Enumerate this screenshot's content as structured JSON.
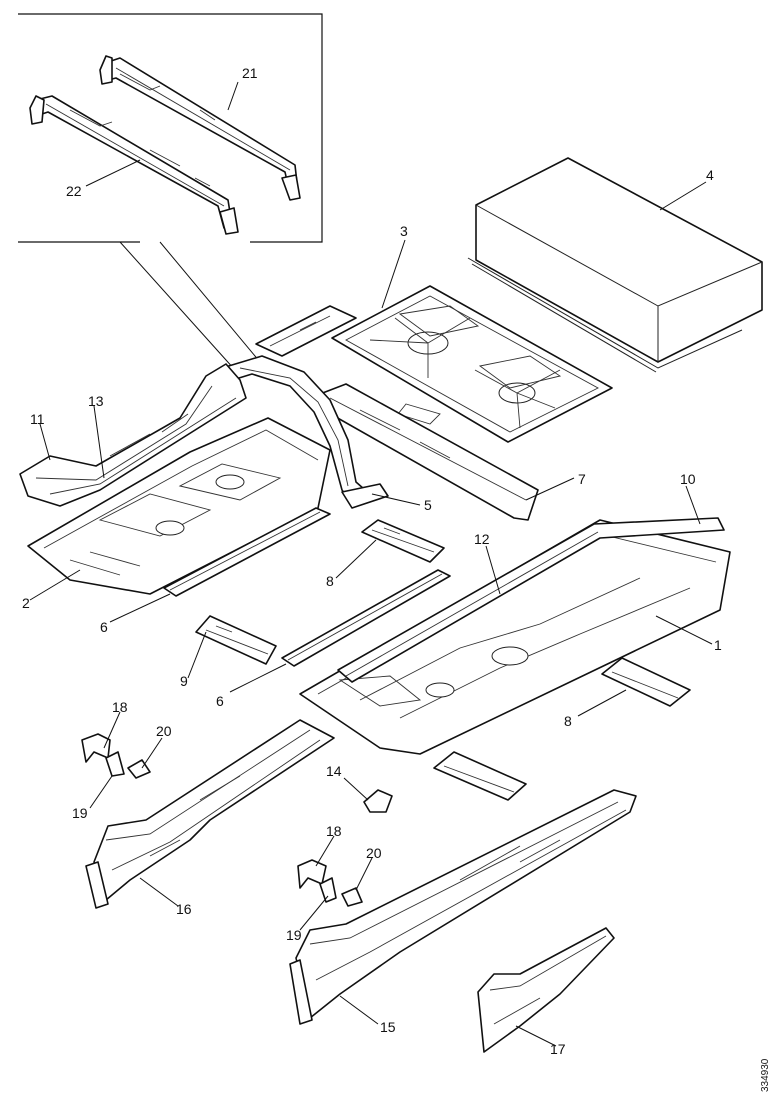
{
  "callouts": {
    "c1": "1",
    "c2": "2",
    "c3": "3",
    "c4": "4",
    "c5": "5",
    "c6a": "6",
    "c6b": "6",
    "c7": "7",
    "c8a": "8",
    "c8b": "8",
    "c9": "9",
    "c10": "10",
    "c11": "11",
    "c12": "12",
    "c13": "13",
    "c14": "14",
    "c15": "15",
    "c16": "16",
    "c17": "17",
    "c18a": "18",
    "c18b": "18",
    "c19a": "19",
    "c19b": "19",
    "c20a": "20",
    "c20b": "20",
    "c21": "21",
    "c22": "22"
  },
  "reference_code": "334930"
}
